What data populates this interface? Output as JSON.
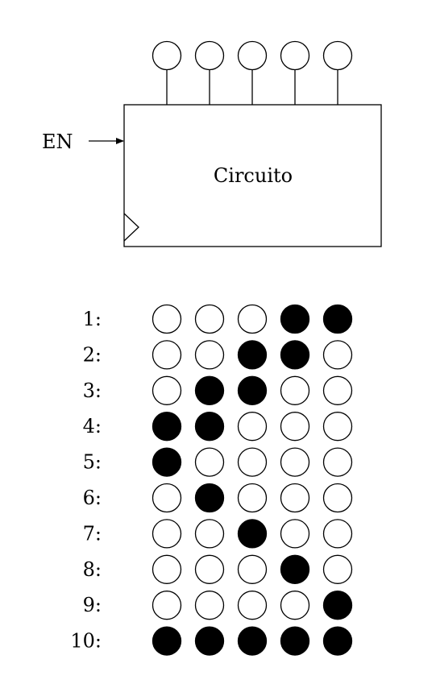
{
  "circuit": {
    "block_label": "Circuito",
    "enable_label": "EN",
    "output_count": 5
  },
  "pattern": {
    "rows": [
      {
        "label": "1:",
        "states": [
          0,
          0,
          0,
          1,
          1
        ]
      },
      {
        "label": "2:",
        "states": [
          0,
          0,
          1,
          1,
          0
        ]
      },
      {
        "label": "3:",
        "states": [
          0,
          1,
          1,
          0,
          0
        ]
      },
      {
        "label": "4:",
        "states": [
          1,
          1,
          0,
          0,
          0
        ]
      },
      {
        "label": "5:",
        "states": [
          1,
          0,
          0,
          0,
          0
        ]
      },
      {
        "label": "6:",
        "states": [
          0,
          1,
          0,
          0,
          0
        ]
      },
      {
        "label": "7:",
        "states": [
          0,
          0,
          1,
          0,
          0
        ]
      },
      {
        "label": "8:",
        "states": [
          0,
          0,
          0,
          1,
          0
        ]
      },
      {
        "label": "9:",
        "states": [
          0,
          0,
          0,
          0,
          1
        ]
      },
      {
        "label": "10:",
        "states": [
          1,
          1,
          1,
          1,
          1
        ]
      }
    ]
  },
  "colors": {
    "on": "#000000",
    "off": "#ffffff",
    "stroke": "#000000"
  }
}
